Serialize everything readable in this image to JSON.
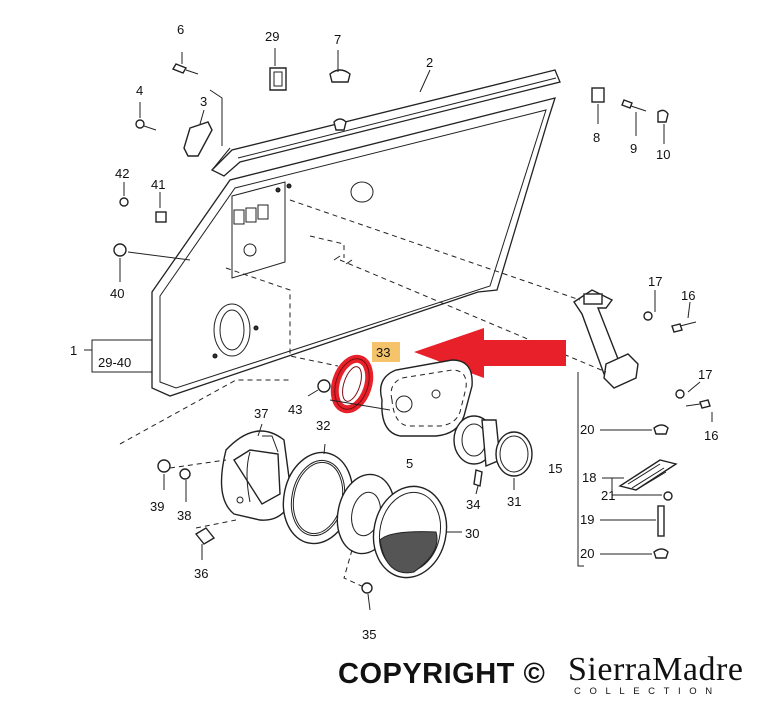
{
  "diagram": {
    "callouts": {
      "c1": "1",
      "c1range": "29-40",
      "c2": "2",
      "c3": "3",
      "c4": "4",
      "c5": "5",
      "c6": "6",
      "c7": "7",
      "c8": "8",
      "c9": "9",
      "c10": "10",
      "c15": "15",
      "c16a": "16",
      "c16b": "16",
      "c17a": "17",
      "c17b": "17",
      "c18": "18",
      "c19": "19",
      "c20a": "20",
      "c20b": "20",
      "c21": "21",
      "c29": "29",
      "c30": "30",
      "c31": "31",
      "c32": "32",
      "c33": "33",
      "c34": "34",
      "c35": "35",
      "c36": "36",
      "c37": "37",
      "c38": "38",
      "c39": "39",
      "c40": "40",
      "c41": "41",
      "c42": "42",
      "c43": "43"
    },
    "highlight_color": "#e8202a",
    "label_highlight_color": "#f5c46a"
  },
  "footer": {
    "copyright": "COPYRIGHT ©",
    "brand": "SierraMadre",
    "brand_sub": "COLLECTION"
  }
}
